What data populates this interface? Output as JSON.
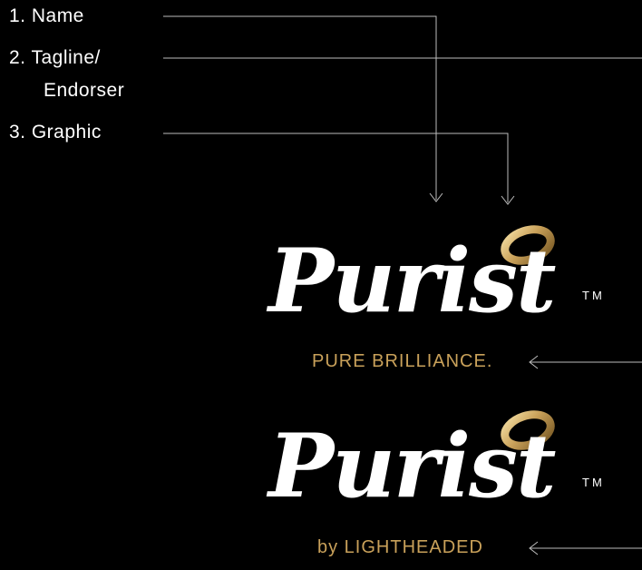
{
  "labels": {
    "name": "1.  Name",
    "tagline_line1": "2.  Tagline/",
    "tagline_line2": "Endorser",
    "graphic": "3. Graphic"
  },
  "logo_primary": {
    "word": "Purist",
    "tm": "TM",
    "tagline": "PURE BRILLIANCE."
  },
  "logo_secondary": {
    "word": "Purist",
    "tm": "TM",
    "endorser": "by LIGHTHEADED"
  },
  "colors": {
    "background": "#000000",
    "text": "#ffffff",
    "gold": "#c9a15a",
    "line": "#bdbdbd"
  }
}
